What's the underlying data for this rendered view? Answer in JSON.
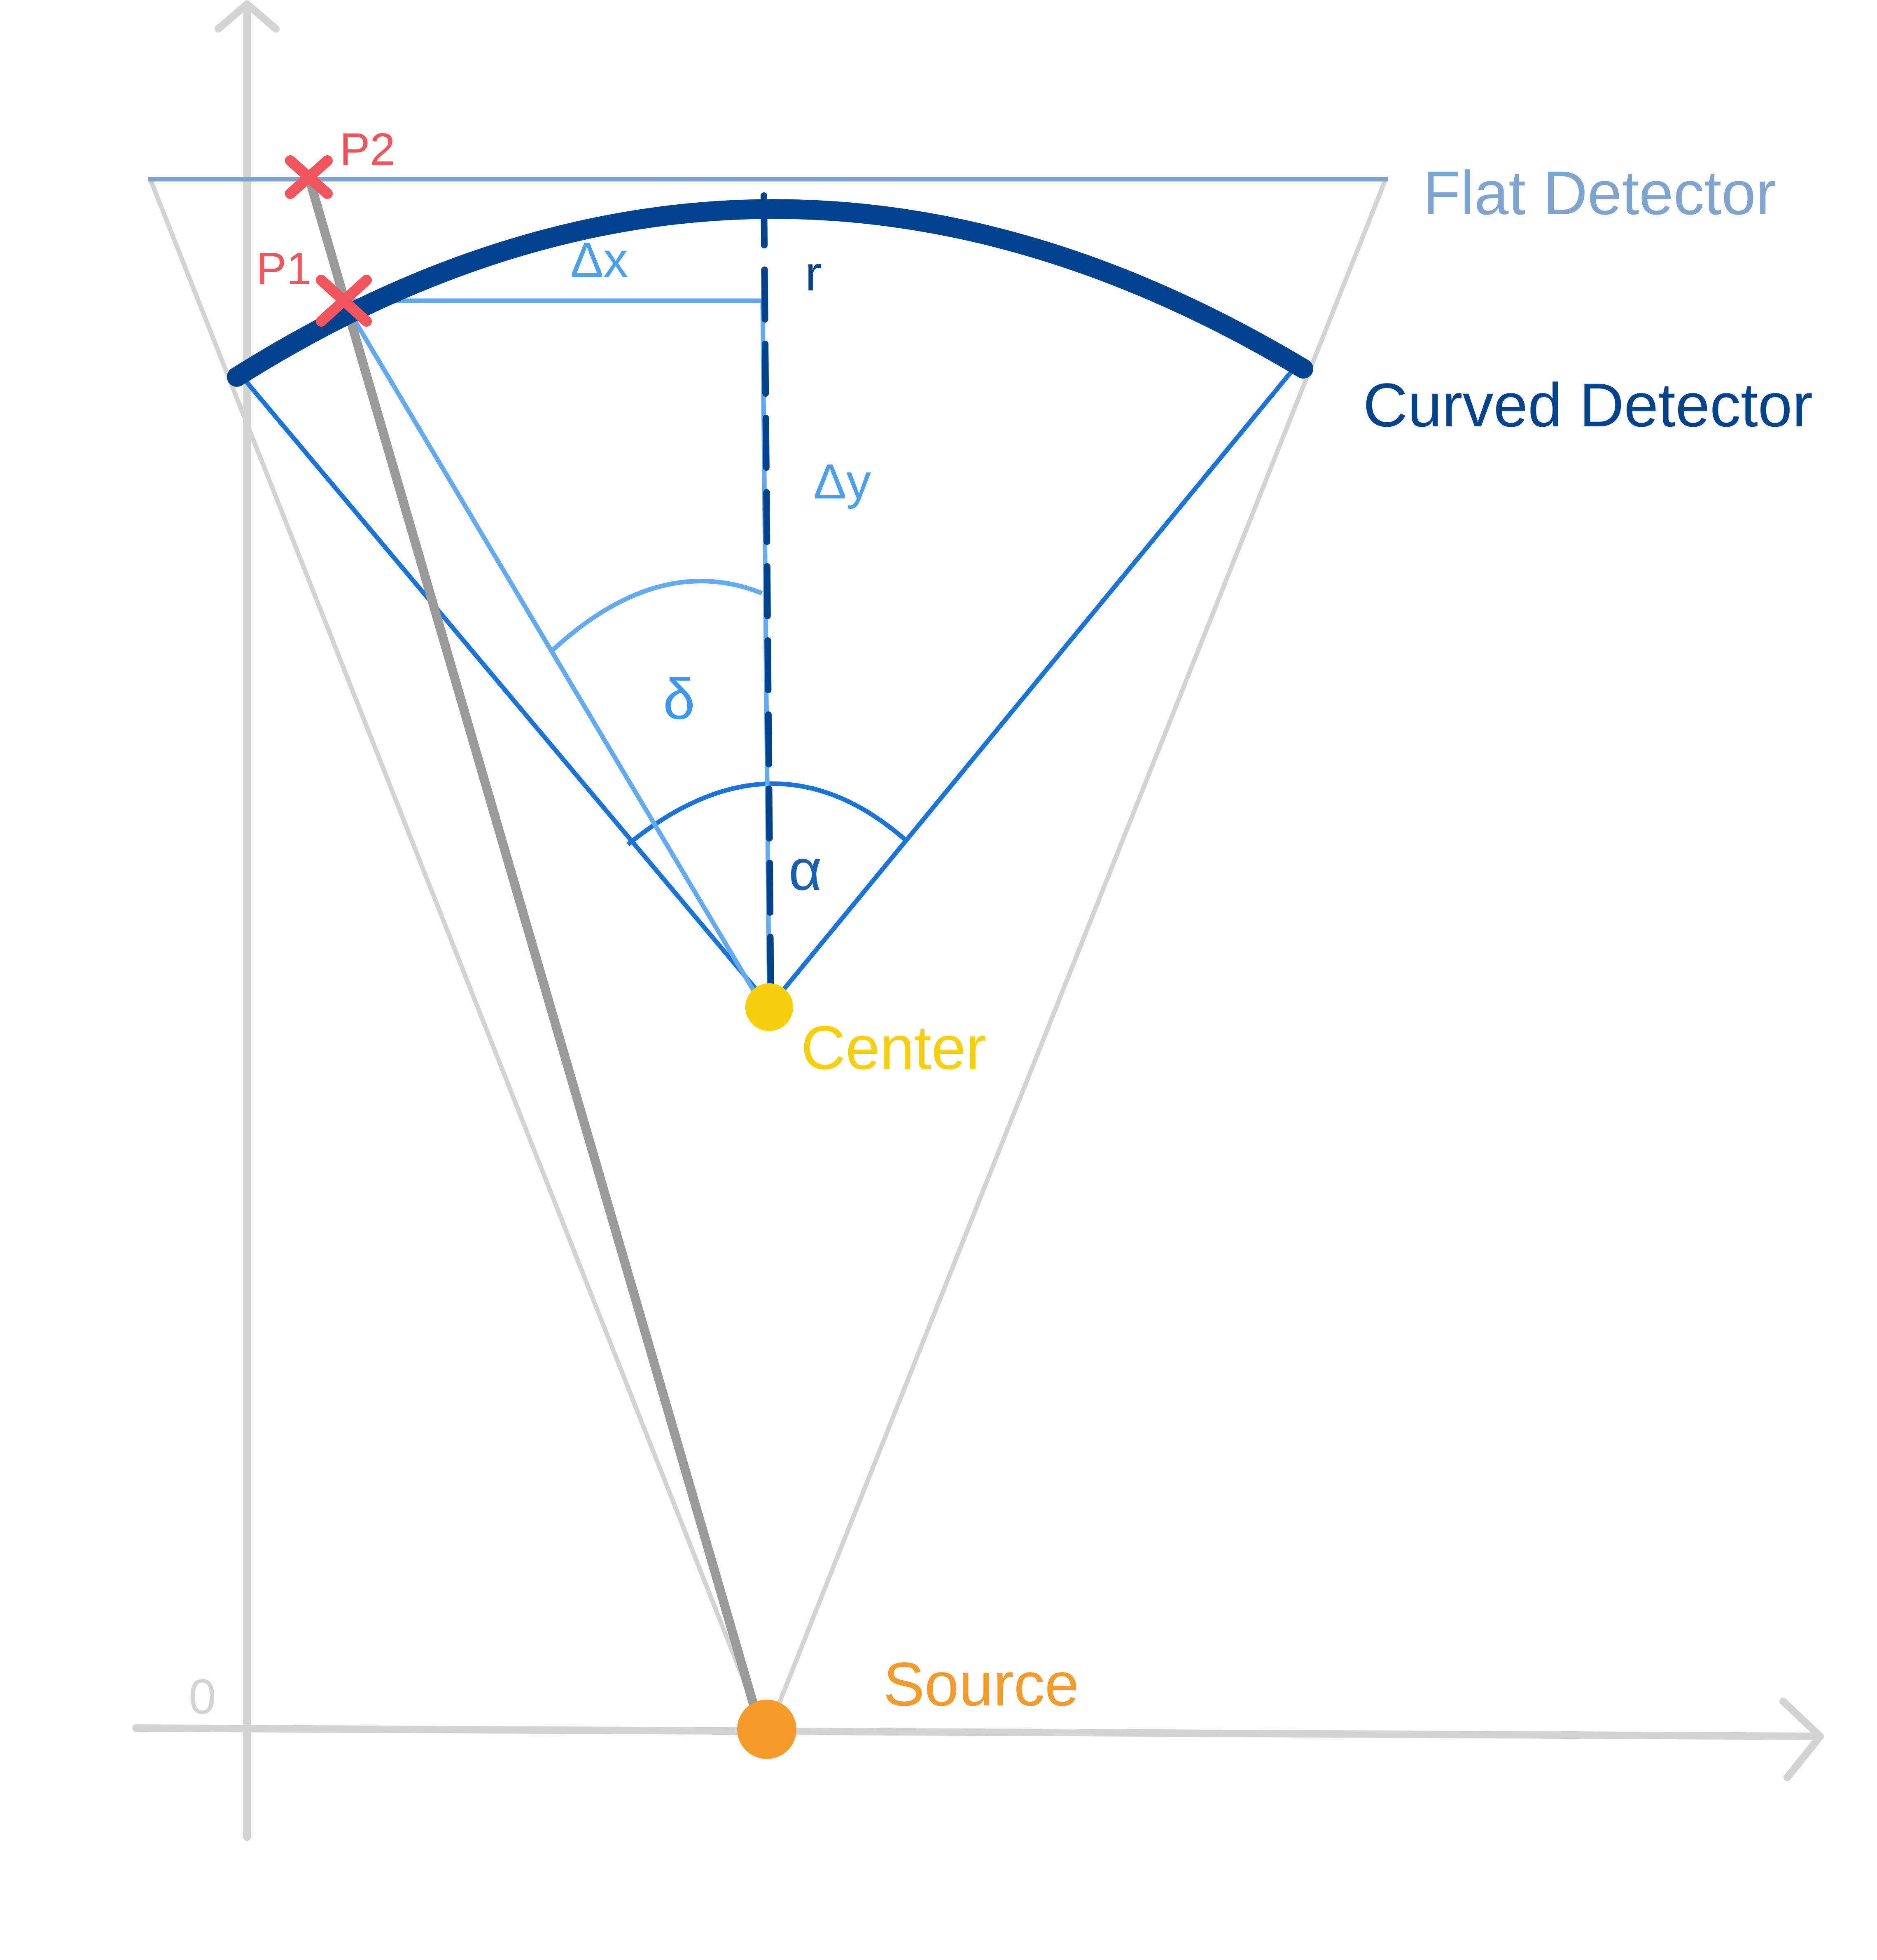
{
  "labels": {
    "flat_detector": "Flat Detector",
    "curved_detector": "Curved Detector",
    "center": "Center",
    "source": "Source",
    "p1": "P1",
    "p2": "P2",
    "delta_x": "Δx",
    "delta_y": "Δy",
    "r": "r",
    "delta": "δ",
    "alpha": "α",
    "origin": "0"
  },
  "colors": {
    "flat_detector": "#7ea4cf",
    "curved_detector": "#03428c",
    "fan_edge": "#1a73d9",
    "light_blue": "#63aaf2",
    "marker_red": "#f2545b",
    "center_dot": "#f7d00b",
    "source_dot": "#f29b2a",
    "axis_gray": "#d3d3d3",
    "ray_gray": "#9a9a9a"
  }
}
